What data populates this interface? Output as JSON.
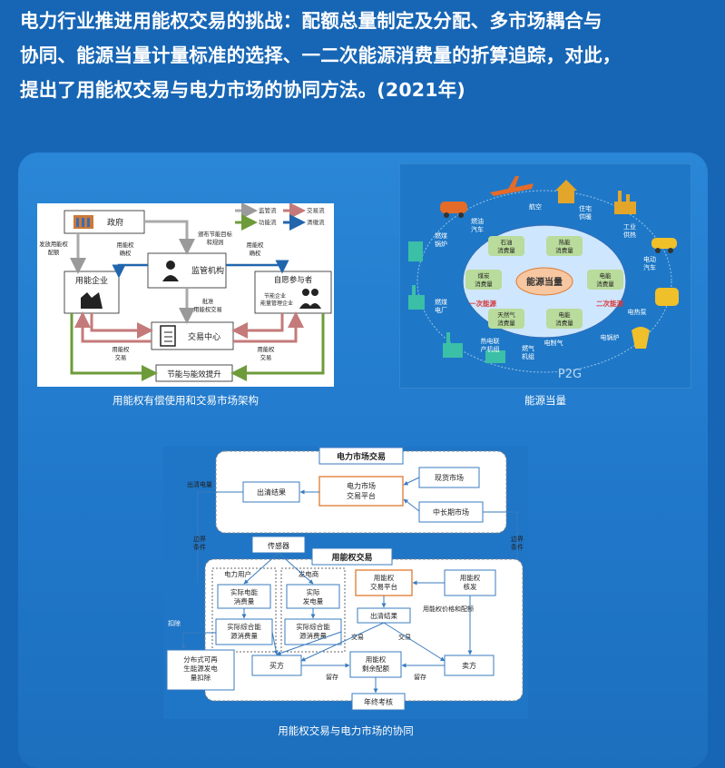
{
  "headline": {
    "line1": "电力行业推进用能权交易的挑战：配额总量制定及分配、多市场耦合与",
    "line2": "协同、能源当量计量标准的选择、一二次能源消费量的折算追踪，对此，",
    "line3": "提出了用能权交易与电力市场的协同方法。(2021年)"
  },
  "fig1": {
    "caption": "用能权有偿使用和交易市场架构",
    "legend": {
      "supervision": "监管流",
      "trade": "交易流",
      "energy": "功能流",
      "settle": "清缴流"
    },
    "nodes": {
      "gov": "政府",
      "regulator": "监管机构",
      "enterprise": "用能企业",
      "volunteer": "自愿参与者",
      "center": "交易中心",
      "saving": "节能与能效提升"
    },
    "labels": {
      "issue1": "发放用能权",
      "issue2": "配额",
      "confirm1": "用能权",
      "confirm2": "确权",
      "publish1": "颁布节能目标",
      "publish2": "和规则",
      "confirm3": "用能权",
      "confirm4": "确权",
      "approve1": "批准",
      "approve2": "用能权交易",
      "vol1": "节能企业",
      "vol2": "能量管理企业",
      "trade1a": "用能权",
      "trade1b": "交易",
      "trade2a": "用能权",
      "trade2b": "交易"
    }
  },
  "fig2": {
    "caption": "能源当量",
    "center": "能源当量",
    "primary": "一次能源",
    "secondary": "二次能源",
    "p2g": "P2G",
    "inner": [
      "石油\n消费量",
      "热能\n消费量",
      "煤炭\n消费量",
      "电能\n消费量",
      "天然气\n消费量",
      "电能\n消费量"
    ],
    "outer": [
      "燃油\n汽车",
      "航空",
      "住宅\n供暖",
      "工业\n供热",
      "电动\n汽车",
      "电热泵",
      "电锅炉",
      "电制气",
      "燃气\n机组",
      "热电联\n产机组",
      "燃煤\n电厂",
      "燃煤\n锅炉"
    ]
  },
  "fig3": {
    "caption": "用能权交易与电力市场的协同",
    "market_title": "电力市场交易",
    "clear_result": "出清结果",
    "platform": "电力市场\n交易平台",
    "spot": "现货市场",
    "midlong": "中长期市场",
    "clear_qty": "出清电量",
    "boundary_l": "边界\n条件",
    "boundary_r": "边界\n条件",
    "sensor": "传感器",
    "uer_title": "用能权交易",
    "user": "电力用户",
    "gen": "发电商",
    "actual_use": "实际电能\n消费量",
    "actual_gen": "实际\n发电量",
    "comp_use1": "实际综合能\n源消费量",
    "comp_use2": "实际综合能\n源消费量",
    "uer_platform": "用能权\n交易平台",
    "uer_issue": "用能权\n核发",
    "uer_clear": "出清结果",
    "price_quota": "用能权价格和配额",
    "trade_a": "交易",
    "trade_b": "交易",
    "deduct": "扣除",
    "distributed": "分布式可再\n生能源发电\n量扣除",
    "buyer": "买方",
    "seller": "卖方",
    "surplus": "用能权\n剩余配额",
    "store_l": "留存",
    "store_r": "留存",
    "annual": "年终考核"
  }
}
